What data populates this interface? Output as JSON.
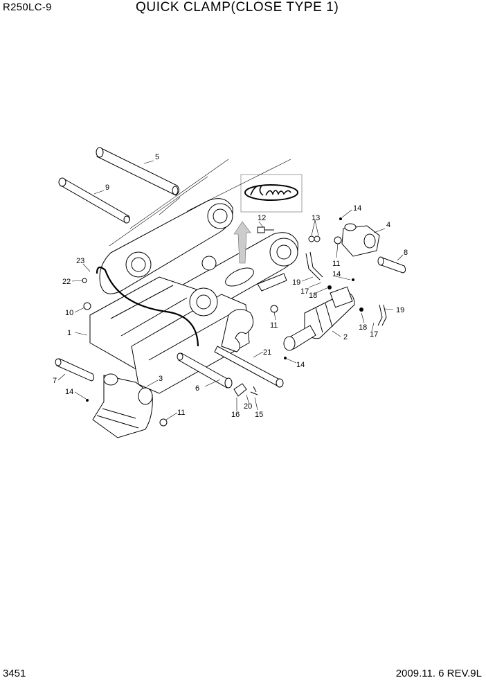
{
  "header": {
    "model": "R250LC-9",
    "title": "QUICK CLAMP(CLOSE TYPE 1)"
  },
  "footer": {
    "page_number": "3451",
    "date_revision": "2009.11. 6  REV.9L"
  },
  "logo": {
    "text": "Rhino"
  },
  "callouts": [
    "1",
    "2",
    "3",
    "4",
    "5",
    "6",
    "7",
    "8",
    "9",
    "10",
    "11",
    "11",
    "11",
    "12",
    "13",
    "14",
    "14",
    "14",
    "14",
    "15",
    "16",
    "17",
    "17",
    "18",
    "18",
    "19",
    "19",
    "20",
    "21",
    "22",
    "23"
  ]
}
